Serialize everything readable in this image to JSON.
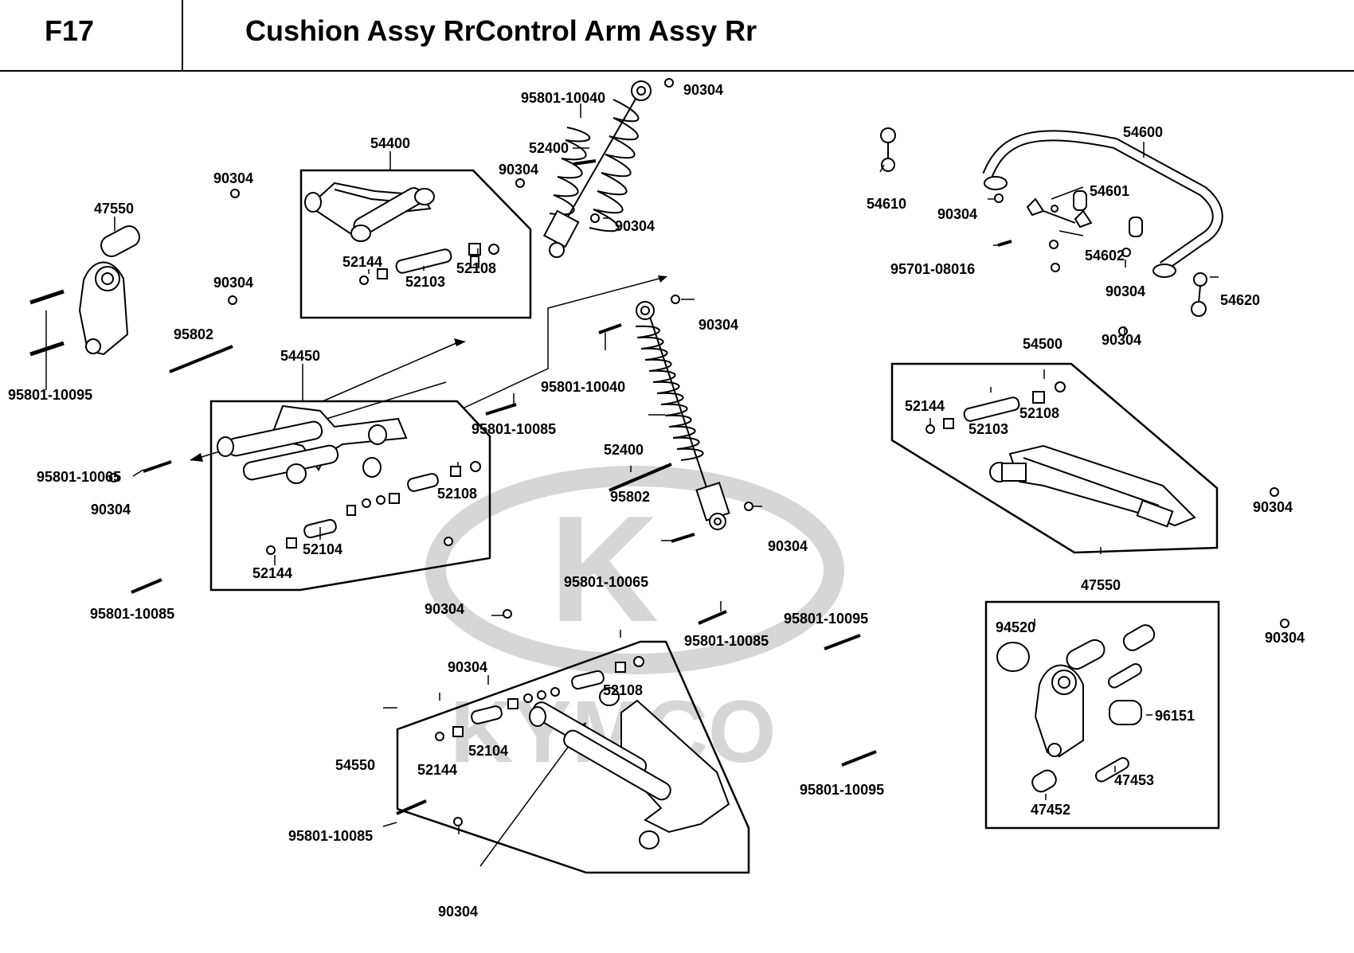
{
  "header": {
    "figure_code": "F17",
    "title": "Cushion Assy RrControl Arm Assy Rr"
  },
  "watermark": {
    "brand_text": "KYMCO",
    "color": "#d6d6d6"
  },
  "labels": {
    "L_47550_a": "47550",
    "L_95801_10095_a": "95801-10095",
    "L_90304_a": "90304",
    "L_90304_b": "90304",
    "L_95802_a": "95802",
    "L_54400": "54400",
    "L_52144_a": "52144",
    "L_52103_a": "52103",
    "L_52108_a": "52108",
    "L_90304_c": "90304",
    "L_95801_10040_a": "95801-10040",
    "L_90304_d": "90304",
    "L_52400_a": "52400",
    "L_90304_e": "90304",
    "L_54450": "54450",
    "L_95801_10065_a": "95801-10065",
    "L_90304_f": "90304",
    "L_95801_10085_a": "95801-10085",
    "L_52108_b": "52108",
    "L_52104_a": "52104",
    "L_52144_b": "52144",
    "L_90304_g": "90304",
    "L_95801_10085_b": "95801-10085",
    "L_90304_h": "90304",
    "L_95801_10040_b": "95801-10040",
    "L_52400_b": "52400",
    "L_95802_b": "95802",
    "L_90304_i": "90304",
    "L_95801_10065_b": "95801-10065",
    "L_90304_j": "90304",
    "L_95801_10085_c": "95801-10085",
    "L_52108_c": "52108",
    "L_54550": "54550",
    "L_52144_c": "52144",
    "L_52104_b": "52104",
    "L_95801_10085_d": "95801-10085",
    "L_90304_k": "90304",
    "L_95801_10095_b": "95801-10095",
    "L_95801_10095_c": "95801-10095",
    "L_54610": "54610",
    "L_54600": "54600",
    "L_90304_l": "90304",
    "L_54601": "54601",
    "L_95701_08016": "95701-08016",
    "L_54602": "54602",
    "L_90304_m": "90304",
    "L_54620": "54620",
    "L_90304_n": "90304",
    "L_54500": "54500",
    "L_52144_d": "52144",
    "L_52108_d": "52108",
    "L_52103_b": "52103",
    "L_90304_o": "90304",
    "L_47550_b": "47550",
    "L_94520": "94520",
    "L_96151": "96151",
    "L_47453": "47453",
    "L_47452": "47452",
    "L_90304_p": "90304"
  }
}
